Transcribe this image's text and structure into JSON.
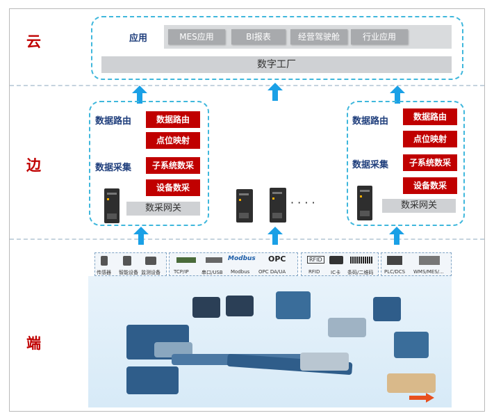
{
  "tiers": {
    "cloud": "云",
    "edge": "边",
    "end": "端"
  },
  "cloud": {
    "app_label": "应用",
    "apps": [
      "MES应用",
      "BI报表",
      "经营驾驶舱",
      "行业应用"
    ],
    "factory_bar": "数字工厂"
  },
  "edge_left": {
    "routing_label": "数据路由",
    "collect_label": "数据采集",
    "buttons": [
      "数据路由",
      "点位映射",
      "子系统数采",
      "设备数采"
    ],
    "gateway_label": "数采网关"
  },
  "edge_right": {
    "routing_label": "数据路由",
    "collect_label": "数据采集",
    "buttons": [
      "数据路由",
      "点位映射",
      "子系统数采",
      "设备数采"
    ],
    "gateway_label": "数采网关"
  },
  "edge_middle_ellipsis": "· · · ·",
  "devices": {
    "group1": [
      "传感器",
      "智能设备",
      "监测设备"
    ],
    "group2": [
      "TCP/IP",
      "串口/USB",
      "Modbus",
      "OPC DA/UA"
    ],
    "group2_logos": {
      "modbus": "Modbus",
      "opc": "OPC"
    },
    "group3": [
      "RFID",
      "IC卡",
      "条码/二维码"
    ],
    "group3_logos": {
      "rfid": "RFID"
    },
    "group4": [
      "PLC/DCS",
      "WMS/MES/..."
    ]
  },
  "colors": {
    "accent_red": "#c00000",
    "arrow_blue": "#1aa0e6",
    "dash_blue": "#3fb7dc",
    "label_blue": "#1f3e7c"
  }
}
